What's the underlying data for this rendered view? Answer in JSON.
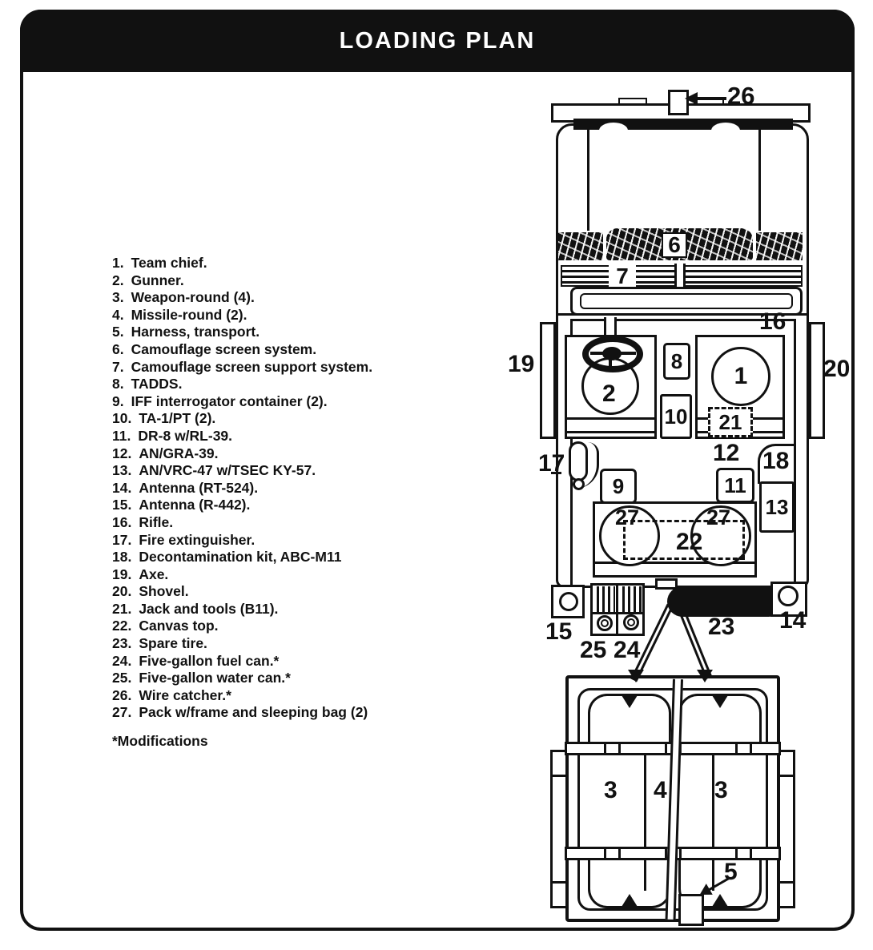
{
  "header": {
    "title": "LOADING PLAN"
  },
  "colors": {
    "ink": "#111111",
    "paper": "#ffffff"
  },
  "legend": {
    "items": [
      {
        "num": "1.",
        "text": "Team chief."
      },
      {
        "num": "2.",
        "text": "Gunner."
      },
      {
        "num": "3.",
        "text": "Weapon-round (4)."
      },
      {
        "num": "4.",
        "text": "Missile-round (2)."
      },
      {
        "num": "5.",
        "text": "Harness, transport."
      },
      {
        "num": "6.",
        "text": "Camouflage screen system."
      },
      {
        "num": "7.",
        "text": "Camouflage screen support system."
      },
      {
        "num": "8.",
        "text": "TADDS."
      },
      {
        "num": "9.",
        "text": "IFF interrogator container (2)."
      },
      {
        "num": "10.",
        "text": "TA-1/PT (2)."
      },
      {
        "num": "11.",
        "text": "DR-8 w/RL-39."
      },
      {
        "num": "12.",
        "text": "AN/GRA-39."
      },
      {
        "num": "13.",
        "text": "AN/VRC-47 w/TSEC KY-57."
      },
      {
        "num": "14.",
        "text": "Antenna (RT-524)."
      },
      {
        "num": "15.",
        "text": "Antenna (R-442)."
      },
      {
        "num": "16.",
        "text": "Rifle."
      },
      {
        "num": "17.",
        "text": "Fire extinguisher."
      },
      {
        "num": "18.",
        "text": "Decontamination kit, ABC-M11"
      },
      {
        "num": "19.",
        "text": "Axe."
      },
      {
        "num": "20.",
        "text": "Shovel."
      },
      {
        "num": "21.",
        "text": "Jack and tools (B11)."
      },
      {
        "num": "22.",
        "text": "Canvas top."
      },
      {
        "num": "23.",
        "text": "Spare tire."
      },
      {
        "num": "24.",
        "text": "Five-gallon fuel can.*"
      },
      {
        "num": "25.",
        "text": "Five-gallon water can.*"
      },
      {
        "num": "26.",
        "text": "Wire catcher.*"
      },
      {
        "num": "27.",
        "text": "Pack w/frame and sleeping bag (2)"
      }
    ],
    "footnote": "*Modifications"
  },
  "diagram": {
    "labels": {
      "wire_catcher": "26",
      "camo_screen": "6",
      "camo_support": "7",
      "rifle": "16",
      "axe": "19",
      "shovel": "20",
      "tadds": "8",
      "gunner": "2",
      "team_chief": "1",
      "ta1pt": "10",
      "jack_tools": "21",
      "an_gra39": "12",
      "fire_extinguisher": "17",
      "decon_kit": "18",
      "iff_container": "9",
      "dr8": "11",
      "an_vrc47": "13",
      "pack_left": "27",
      "pack_right": "27",
      "canvas_top": "22",
      "antenna_r442": "15",
      "water_can": "25",
      "fuel_can": "24",
      "spare_tire": "23",
      "antenna_rt524": "14",
      "weapon_round_left": "3",
      "missile_round": "4",
      "weapon_round_right": "3",
      "harness": "5"
    }
  }
}
